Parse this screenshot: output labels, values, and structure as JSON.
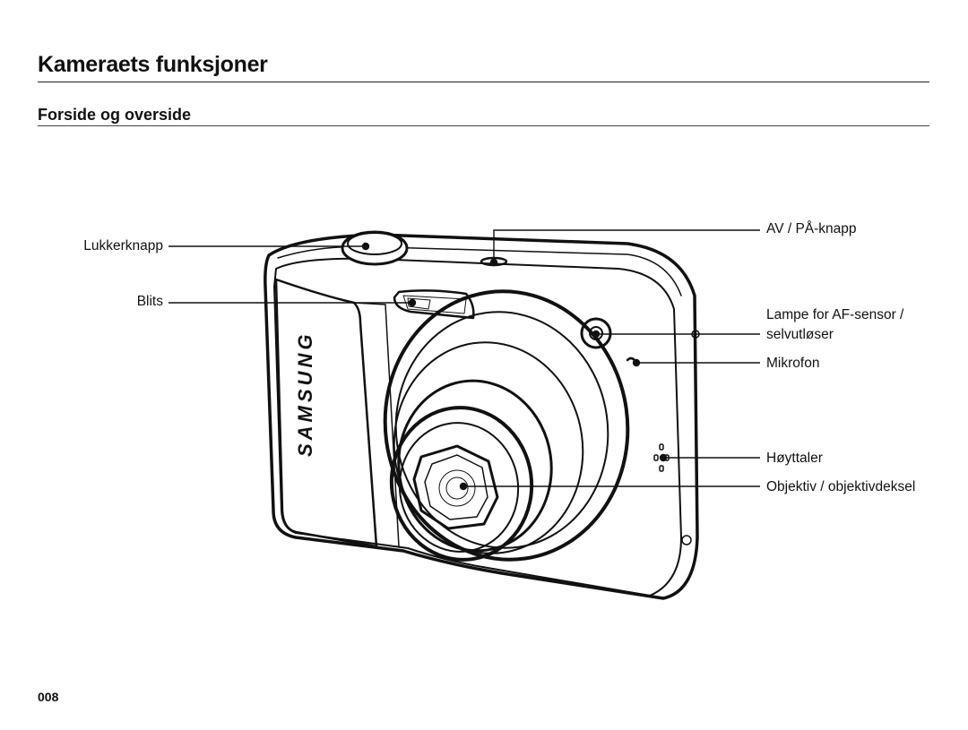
{
  "page": {
    "title": "Kameraets funksjoner",
    "subtitle": "Forside og overside",
    "page_number": "008"
  },
  "callouts": {
    "shutter": "Lukkerknapp",
    "flash": "Blits",
    "power": "AV / PÅ-knapp",
    "af_lamp_line1": "Lampe for AF-sensor /",
    "af_lamp_line2": "selvutløser",
    "microphone": "Mikrofon",
    "speaker": "Høyttaler",
    "lens": "Objektiv / objektivdeksel"
  },
  "camera": {
    "brand": "SAMSUNG"
  }
}
